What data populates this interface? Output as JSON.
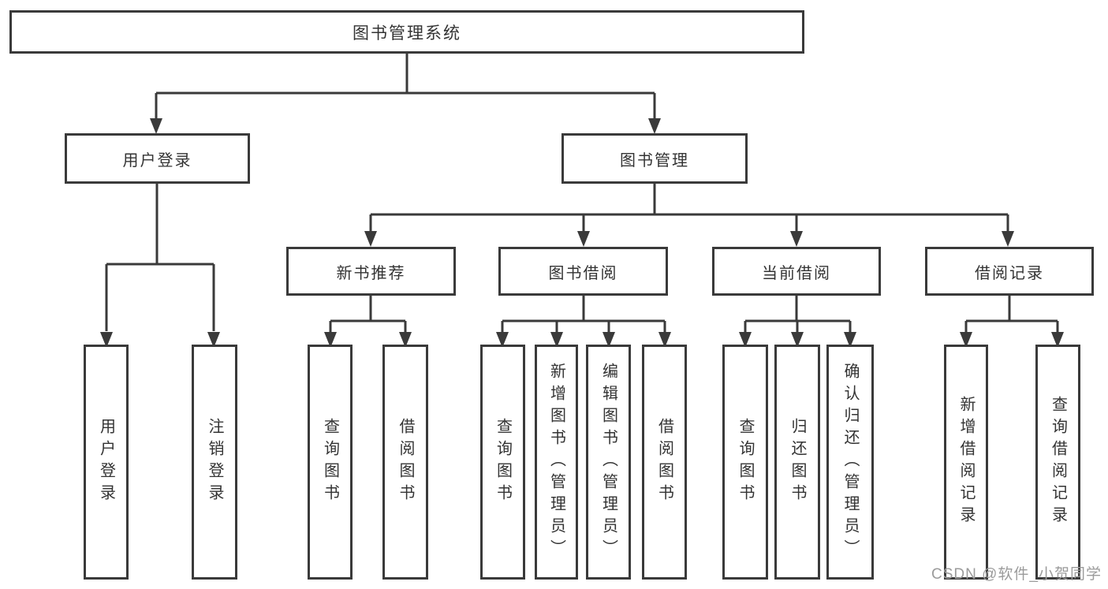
{
  "diagram": {
    "root": "图书管理系统",
    "user_login": {
      "label": "用户登录",
      "children": [
        "用户登录",
        "注销登录"
      ]
    },
    "book_mgmt": {
      "label": "图书管理",
      "new_books": {
        "label": "新书推荐",
        "children": [
          "查询图书",
          "借阅图书"
        ]
      },
      "book_borrow": {
        "label": "图书借阅",
        "children": [
          "查询图书",
          "新增图书（管理员）",
          "编辑图书（管理员）",
          "借阅图书"
        ]
      },
      "current_borrow": {
        "label": "当前借阅",
        "children": [
          "查询图书",
          "归还图书",
          "确认归还（管理员）"
        ]
      },
      "borrow_records": {
        "label": "借阅记录",
        "children": [
          "新增借阅记录",
          "查询借阅记录"
        ]
      }
    }
  },
  "watermark": {
    "text": "CSDN @软件_小贺同学"
  },
  "colors": {
    "line": "#3a3a3a",
    "text": "#333333",
    "box_fill": "#ffffff",
    "watermark": "#9b9b9b",
    "background": "#ffffff"
  }
}
